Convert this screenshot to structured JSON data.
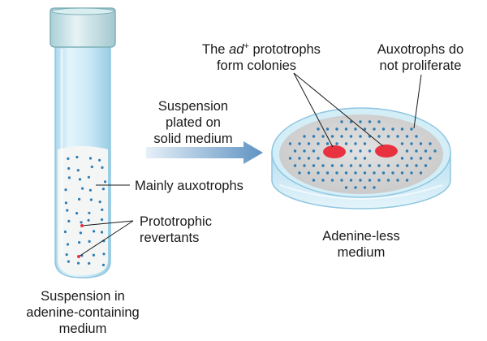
{
  "tube": {
    "caption": [
      "Suspension in",
      "adenine-containing",
      "medium"
    ]
  },
  "callouts": {
    "mainly_auxotrophs": "Mainly auxotrophs",
    "prototrophic_revertants": [
      "Prototrophic",
      "revertants"
    ]
  },
  "arrow": {
    "label": [
      "Suspension",
      "plated on",
      "solid medium"
    ]
  },
  "dish": {
    "prototrophs_label": {
      "line1_prefix": "The ",
      "line1_italic": "ad",
      "line1_sup": "+",
      "line1_suffix": " prototrophs",
      "line2": "form colonies"
    },
    "auxotrophs_label": [
      "Auxotrophs do",
      "not proliferate"
    ],
    "caption": [
      "Adenine-less",
      "medium"
    ]
  },
  "colors": {
    "glass": "#d4eef8",
    "glass_edge": "#8fc6e0",
    "cap": "#cfe6ea",
    "medium": "#f4f6f6",
    "agar": "#d8d8d8",
    "dot": "#2e7cb2",
    "colony": "#e8323f",
    "arrow": "#6f9ec7"
  }
}
